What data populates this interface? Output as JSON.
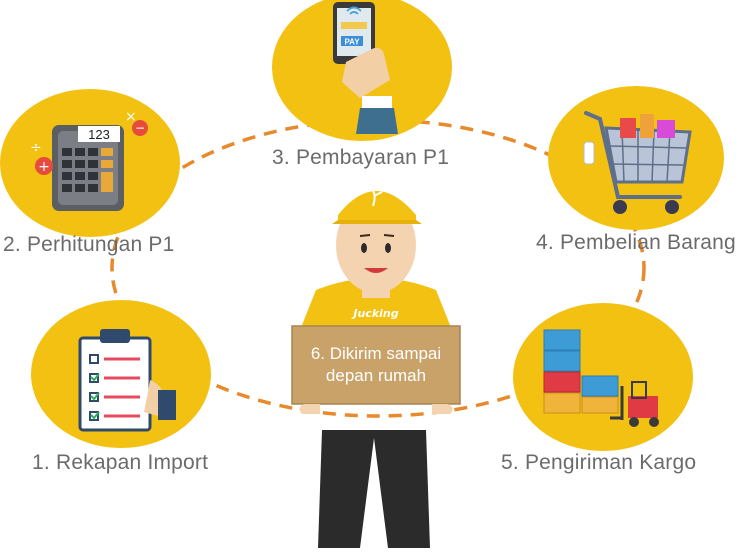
{
  "steps": [
    {
      "number": "1",
      "label": "1. Rekapan Import",
      "icon": "clipboard-checklist-icon"
    },
    {
      "number": "2",
      "label": "2. Perhitungan P1",
      "icon": "calculator-icon"
    },
    {
      "number": "3",
      "label": "3. Pembayaran P1",
      "icon": "phone-payment-icon"
    },
    {
      "number": "4",
      "label": "4. Pembelian Barang",
      "icon": "shopping-cart-icon"
    },
    {
      "number": "5",
      "label": "5. Pengiriman Kargo",
      "icon": "cargo-forklift-icon"
    }
  ],
  "center": {
    "line1": "6. Dikirim sampai",
    "line2": "depan rumah",
    "shirt_brand": "Jucking",
    "calculator_display": "123",
    "pay_button": "PAY"
  },
  "colors": {
    "circle": "#F3C112",
    "dashed_ring": "#E8892B",
    "label": "#6B6B6B",
    "box": "#C9A26A"
  }
}
